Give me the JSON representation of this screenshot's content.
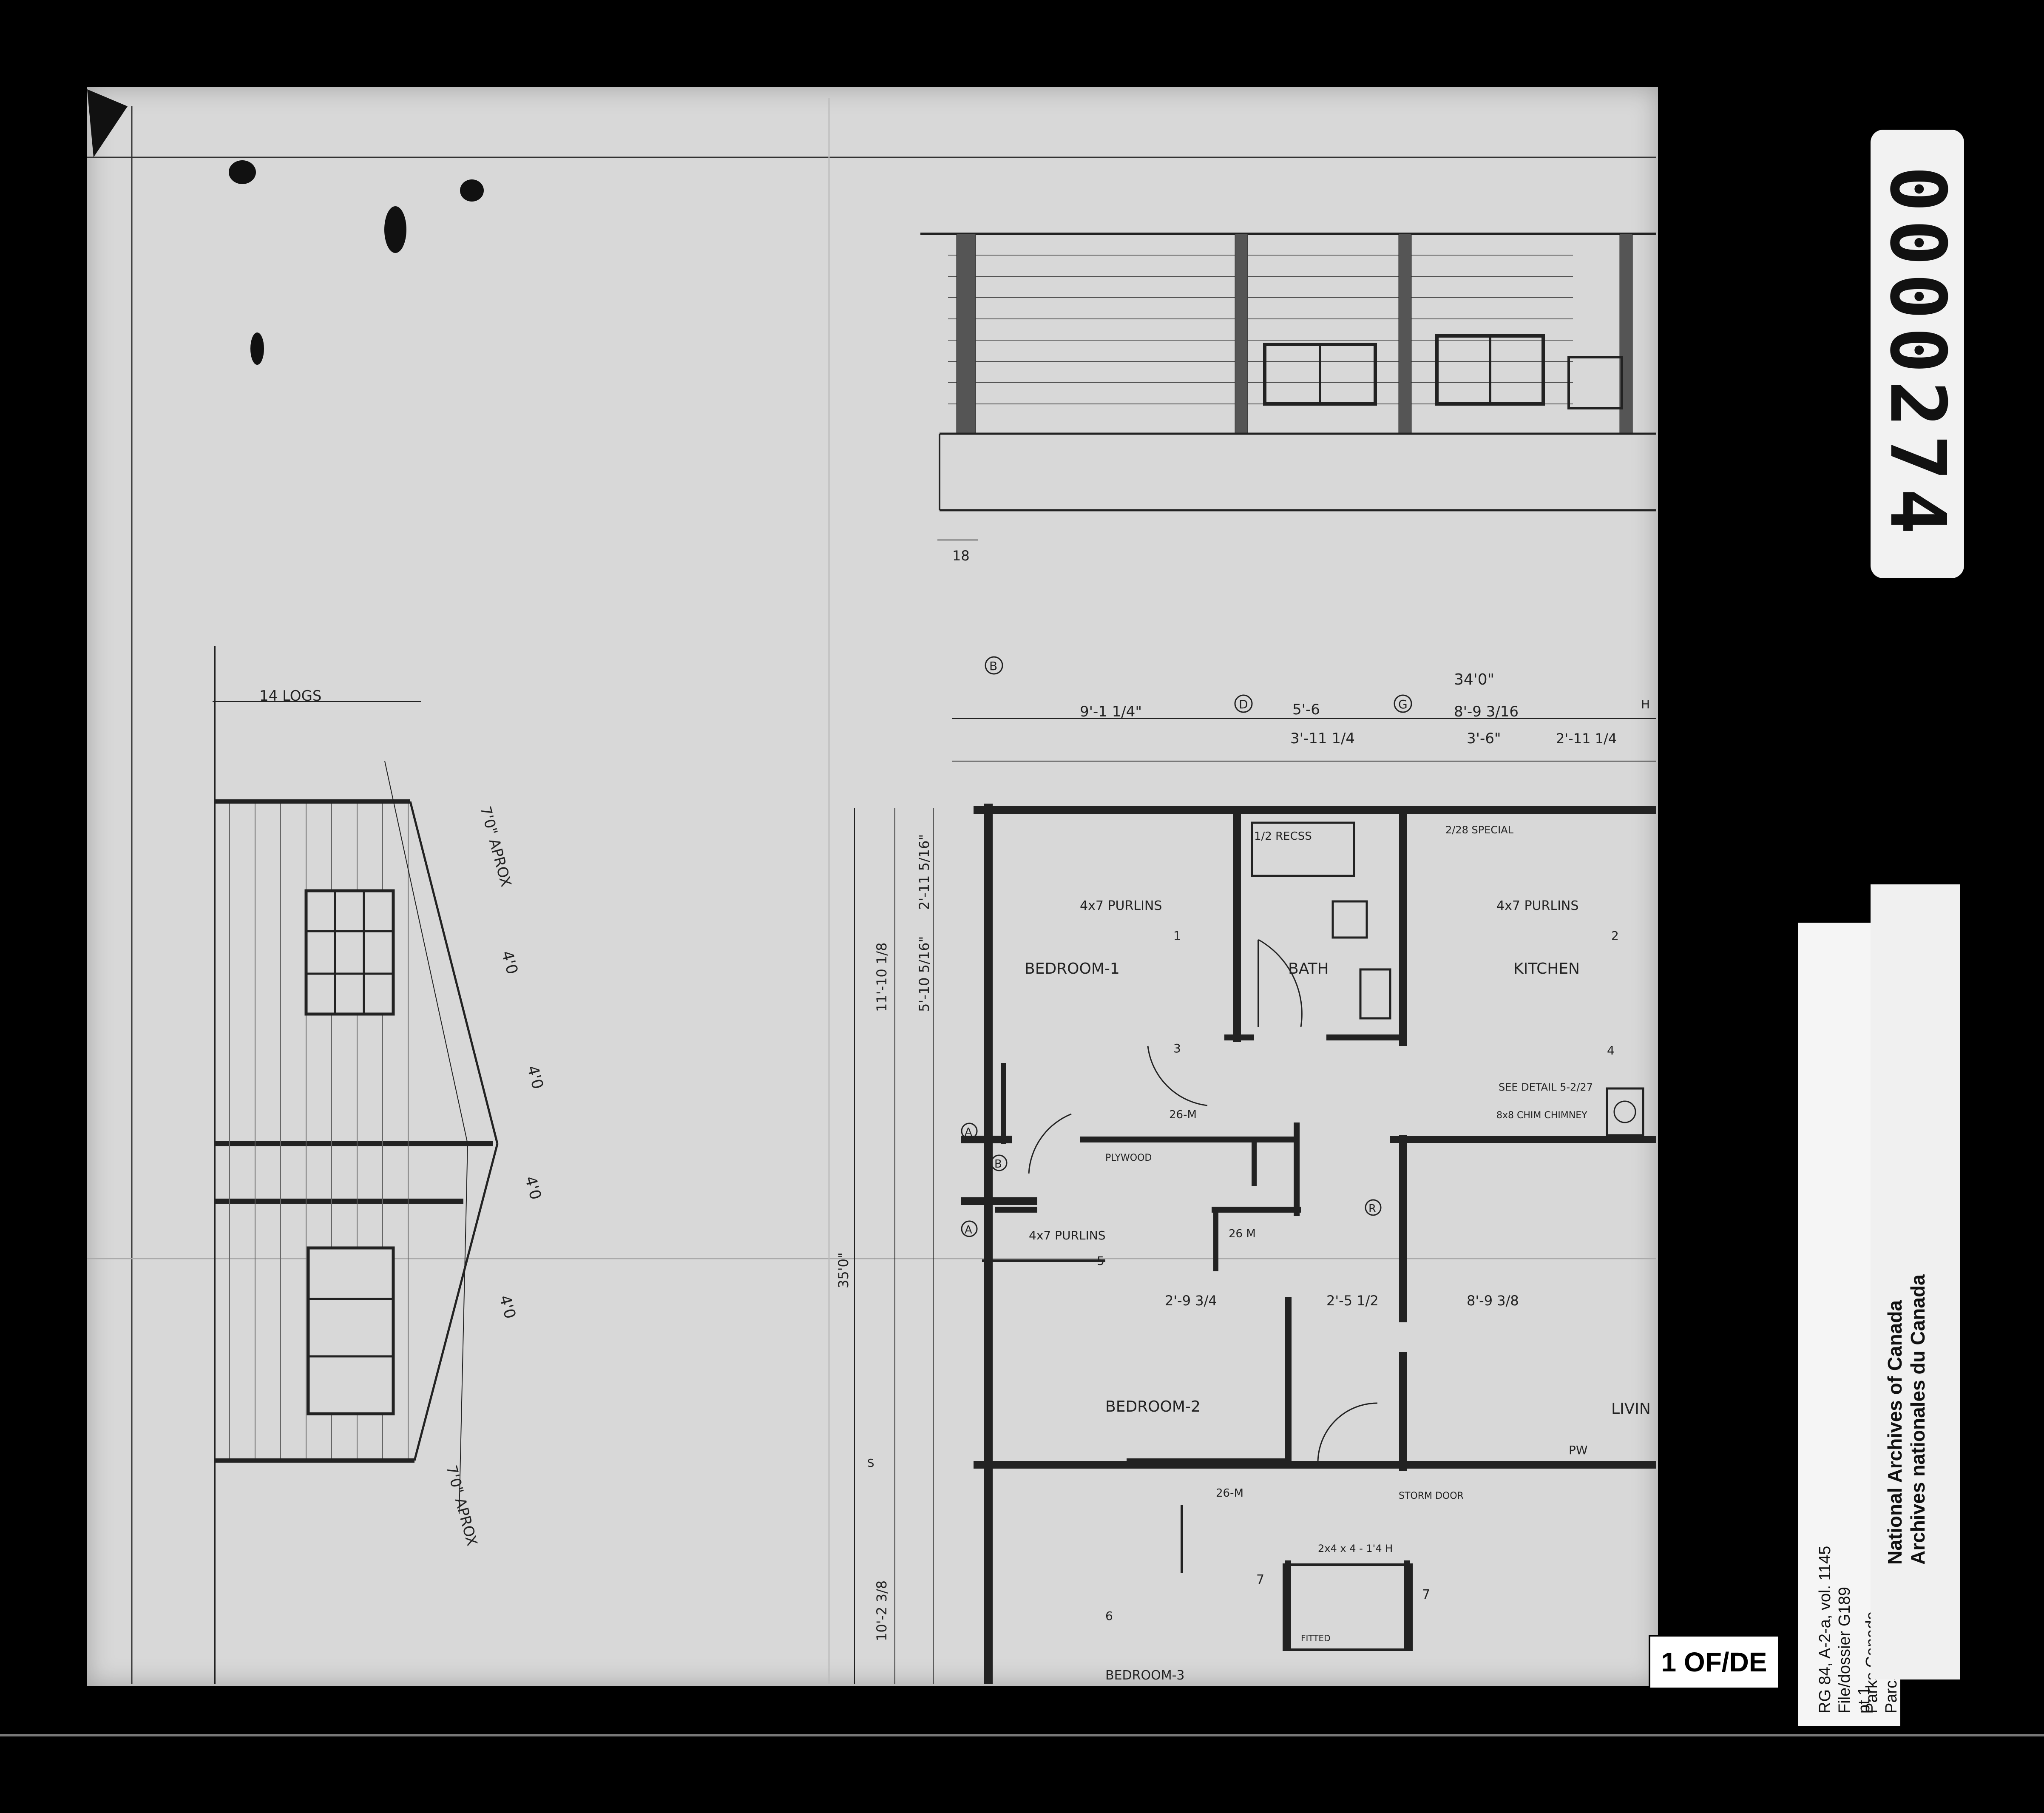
{
  "frame_counter": "0000274",
  "frame_tag": "1 OF/DE",
  "reference_label": {
    "line1": "RG 84, A-2-a, vol. 1145",
    "line2": "File/dossier G189",
    "line3": "pt 1"
  },
  "agency_label": {
    "line1": "Parks Canada",
    "line2": "Parcs Canada"
  },
  "archive_label": {
    "line1": "National Archives of Canada",
    "line2": "Archives nationales du Canada"
  },
  "drawing": {
    "elevation_dims": {
      "logs": "14 LOGS",
      "d1": "7'0\" APROX",
      "d2": "4'0",
      "d3": "4'0",
      "d4": "4'0",
      "d5": "4'0",
      "d6": "7'0\" APROX"
    },
    "plan_dims": {
      "overall": "34'0\"",
      "a": "9'-1 1/4\"",
      "b": "5'-6",
      "c": "8'-9 3/16",
      "d": "3'-11 1/4",
      "e": "3'-6\"",
      "f": "2'-11 1/4",
      "g": "11'-10 1/8",
      "h": "5'-10 5/16\"",
      "i": "2'-11 5/16\"",
      "j": "35'0\"",
      "k": "10'-2 3/8",
      "l": "2'-9 3/4",
      "m": "8'-9 3/8",
      "n": "2'-5 1/2",
      "o": "18"
    },
    "rooms": {
      "bedroom1": "BEDROOM-1",
      "bath": "BATH",
      "kitchen": "KITCHEN",
      "bedroom2": "BEDROOM-2",
      "living": "LIVIN",
      "bedroom3": "BEDROOM-3"
    },
    "notes": {
      "purlins1": "4x7 PURLINS",
      "purlins2": "4x7 PURLINS",
      "purlins3": "4x7 PURLINS",
      "recess": "1/2 RECSS",
      "special": "2/28 SPECIAL",
      "detail": "SEE DETAIL 5-2/27",
      "chimney": "8x8 CHIM CHIMNEY",
      "plywood": "PLYWOOD",
      "door26m_a": "26-M",
      "door26m_b": "26 M",
      "door26m_c": "26-M",
      "storm": "STORM DOOR",
      "pw": "PW",
      "beam": "2x4 x 4 - 1'4 H",
      "fitted": "FITTED"
    },
    "grid_marks": [
      "B",
      "D",
      "G",
      "H",
      "A",
      "B",
      "R",
      "S",
      "A",
      "7",
      "7",
      "1",
      "2",
      "3",
      "4",
      "5",
      "6"
    ]
  }
}
